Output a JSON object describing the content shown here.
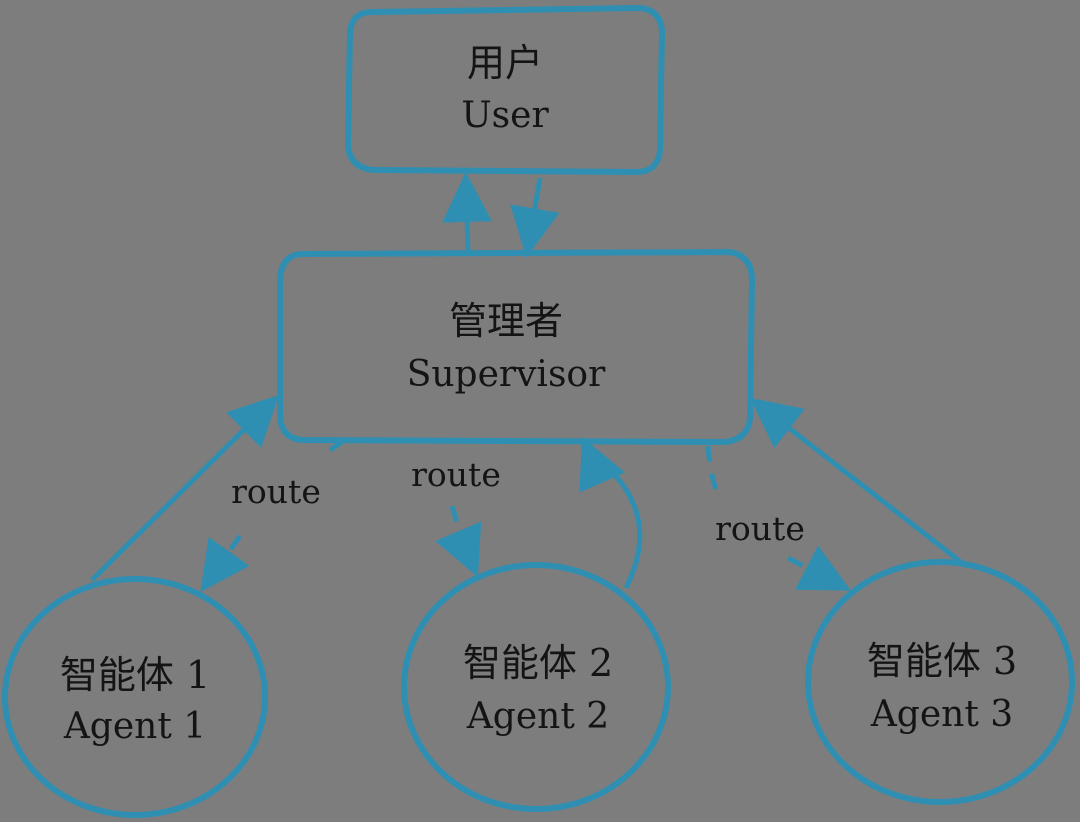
{
  "diagram": {
    "accent_color": "#2f8fb2",
    "background_color": "#7d7d7d",
    "nodes": {
      "user": {
        "label_cn": "用户",
        "label_en": "User"
      },
      "supervisor": {
        "label_cn": "管理者",
        "label_en": "Supervisor"
      },
      "agent1": {
        "label_cn": "智能体 1",
        "label_en": "Agent 1"
      },
      "agent2": {
        "label_cn": "智能体 2",
        "label_en": "Agent 2"
      },
      "agent3": {
        "label_cn": "智能体 3",
        "label_en": "Agent 3"
      }
    },
    "edges": [
      {
        "from": "supervisor",
        "to": "user",
        "style": "solid"
      },
      {
        "from": "user",
        "to": "supervisor",
        "style": "solid"
      },
      {
        "from": "supervisor",
        "to": "agent1",
        "style": "dashed",
        "label": "route"
      },
      {
        "from": "agent1",
        "to": "supervisor",
        "style": "solid"
      },
      {
        "from": "supervisor",
        "to": "agent2",
        "style": "dashed",
        "label": "route"
      },
      {
        "from": "agent2",
        "to": "supervisor",
        "style": "solid"
      },
      {
        "from": "supervisor",
        "to": "agent3",
        "style": "dashed",
        "label": "route"
      },
      {
        "from": "agent3",
        "to": "supervisor",
        "style": "solid"
      }
    ]
  }
}
